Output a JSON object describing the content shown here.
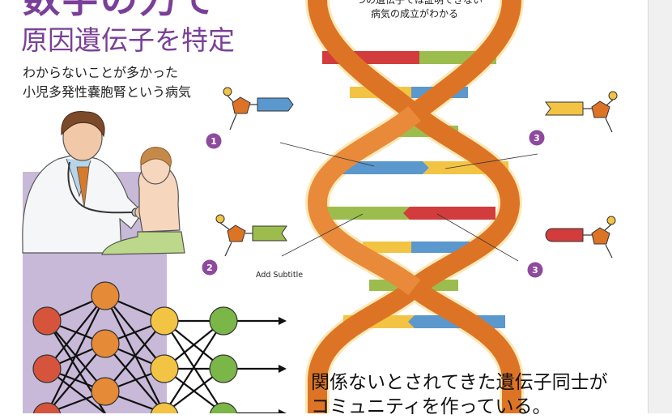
{
  "title": {
    "main": "数字の力で",
    "sub": "原因遺伝子を特定"
  },
  "description": [
    "わからないことが多かった",
    "小児多発性嚢胞腎という病気"
  ],
  "top_note": [
    "一つの遺伝子では証明できない",
    "病気の成立がわかる"
  ],
  "add_subtitle": "Add Subtitle",
  "bottom_caption": [
    "関係ないとされてきた遺伝子同士が",
    "コミュニティを作っている。"
  ],
  "markers": [
    "1",
    "2",
    "3",
    "3"
  ],
  "colors": {
    "accent_purple": "#7a3f98",
    "helix_orange": "#dd7425",
    "helix_cream": "#fbe9b7",
    "rung_blue": "#5b98cd",
    "rung_yellow": "#f3c343",
    "rung_green": "#9cbd4d",
    "rung_red": "#d23c3c",
    "node_red": "#d6543c",
    "node_orange": "#e58a37",
    "node_yellow": "#f3c343",
    "node_green": "#7ab648",
    "panel_lilac": "#c8b9d8"
  }
}
